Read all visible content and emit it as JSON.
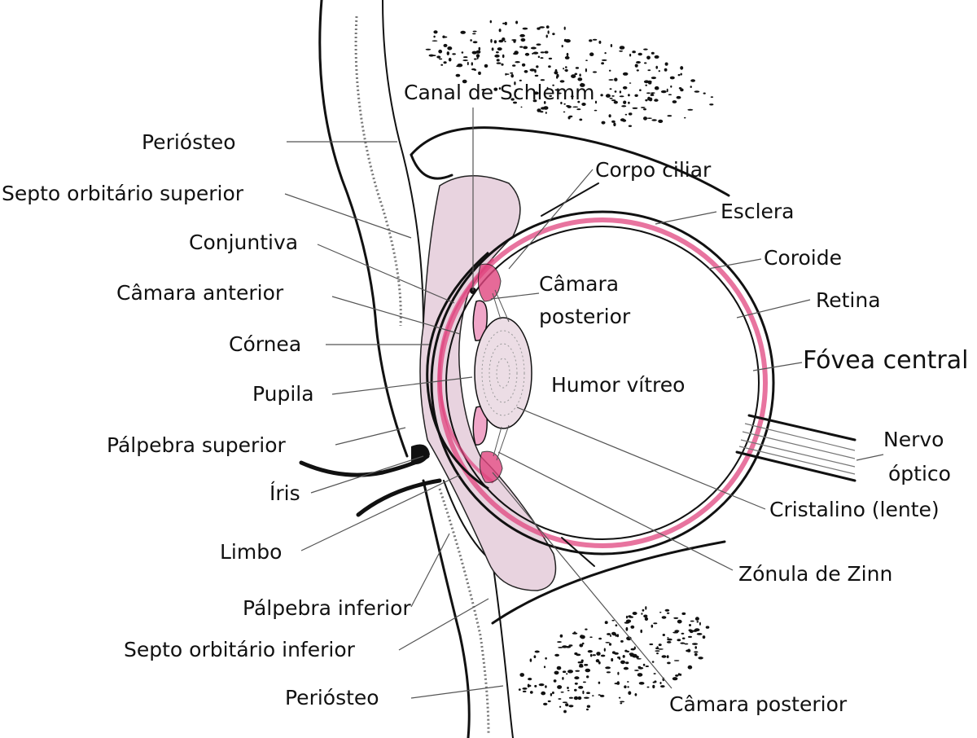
{
  "labels": {
    "canal_schlemm": "Canal de Schlemm",
    "periosteo_top": "Periósteo",
    "septo_superior": "Septo orbitário superior",
    "conjuntiva": "Conjuntiva",
    "camara_anterior": "Câmara anterior",
    "cornea": "Córnea",
    "pupila": "Pupila",
    "palpebra_superior": "Pálpebra superior",
    "iris": "Íris",
    "limbo": "Limbo",
    "palpebra_inferior": "Pálpebra inferior",
    "septo_inferior": "Septo orbitário inferior",
    "periosteo_bottom": "Periósteo",
    "corpo_ciliar": "Corpo ciliar",
    "esclera": "Esclera",
    "coroide": "Coroide",
    "retina": "Retina",
    "fovea_central": "Fóvea central",
    "camara_posterior_line1": "Câmara",
    "camara_posterior_line2": "posterior",
    "humor_vitreo": "Humor vítreo",
    "nervo_line1": "Nervo",
    "nervo_line2": "óptico",
    "cristalino": "Cristalino (lente)",
    "zonula": "Zónula de Zinn",
    "camara_posterior_bottom": "Câmara posterior"
  },
  "colors": {
    "ink": "#111111",
    "leader": "#555555",
    "pink_light": "#e8d3df",
    "pink_mid": "#f0a6c8",
    "pink_strong": "#e0457f",
    "lens_fill": "#ecdde5"
  }
}
